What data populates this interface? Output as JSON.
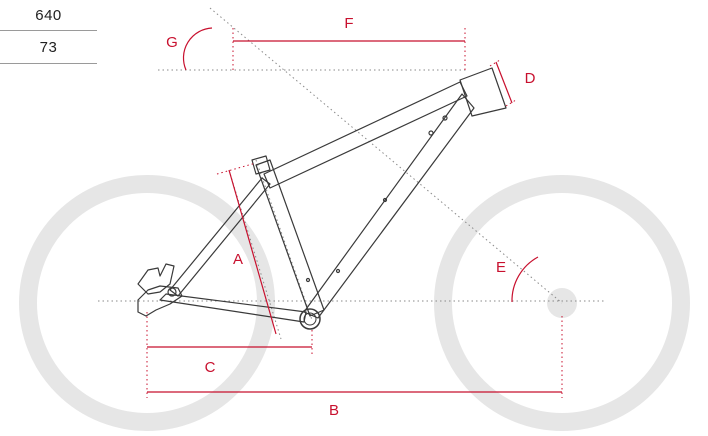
{
  "spec_table": {
    "rows": [
      "640",
      "73"
    ]
  },
  "dimensions": {
    "A": "A",
    "B": "B",
    "C": "C",
    "D": "D",
    "E": "E",
    "F": "F",
    "G": "G"
  },
  "colors": {
    "dimension": "#c8102e",
    "frame_outline": "#3a3a3a",
    "wheel": "#e6e6e6",
    "guide": "#8a8a8a"
  }
}
